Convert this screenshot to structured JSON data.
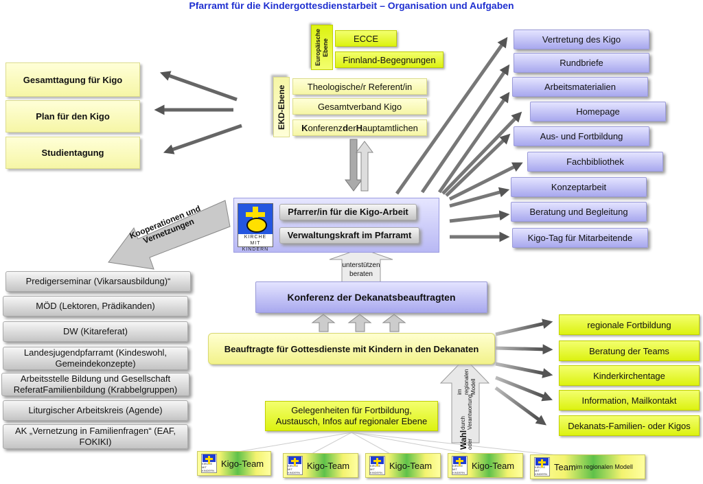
{
  "title": "Pfarramt für die Kindergottesdienstarbeit – Organisation und Aufgaben",
  "left_yellow": [
    "Gesamttagung für Kigo",
    "Plan für den Kigo",
    "Studientagung"
  ],
  "european": {
    "label": "Europäische Ebene",
    "items": [
      "ECCE",
      "Finnland-Begegnungen"
    ]
  },
  "ekd": {
    "label": "EKD-Ebene",
    "items": [
      "Theologische/r Referent/in",
      "Gesamtverband Kigo"
    ],
    "konferenz": {
      "K1": "K",
      "w1": "onferenz ",
      "K2": "d",
      "w2": "er ",
      "K3": "H",
      "w3": "auptamtlichen"
    }
  },
  "right_purple": [
    "Vertretung des Kigo",
    "Rundbriefe",
    "Arbeitsmaterialien",
    "Homepage",
    "Aus- und Fortbildung",
    "Fachbibliothek",
    "Konzeptarbeit",
    "Beratung und Begleitung",
    "Kigo-Tag für Mitarbeitende"
  ],
  "center": {
    "pfarrer": "Pfarrer/in für die Kigo-Arbeit",
    "verwaltung": "Verwaltungskraft im Pfarramt",
    "logo_text": "KIRCHE MIT KINDERN"
  },
  "support_arrow": {
    "l1": "unterstützen",
    "l2": "beraten"
  },
  "konferenz_dekanat": "Konferenz der Dekanatsbeauftragten",
  "kooperation": {
    "l1": "Kooperationen und",
    "l2": "Vernetzungen"
  },
  "grey": [
    "Predigerseminar (Vikarsausbildung)“",
    "MÖD (Lektoren, Prädikanden)",
    "DW (Kitareferat)",
    "Landesjugendpfarramt (Kindeswohl, Gemeindekonzepte)",
    "Arbeitsstelle Bildung und Gesellschaft ReferatFamilienbildung (Krabbelgruppen)",
    "Liturgischer Arbeitskreis (Agende)",
    "AK „Vernetzung in Familienfragen“ (EAF, FOKIKI)"
  ],
  "beauftragte": "Beauftragte für Gottesdienste mit Kindern in den Dekanaten",
  "right_lime": [
    "regionale Fortbildung",
    "Beratung der Teams",
    "Kinderkirchentage",
    "Information, Mailkontakt",
    "Dekanats-Familien- oder Kigos"
  ],
  "gelegenheiten": "Gelegenheiten für Fortbildung, Austausch, Infos auf regionaler Ebene",
  "wahl": {
    "bold": "Wahl",
    "l1": " oder",
    "l2": "durch Verantwortung",
    "l3": "im regionalen Modell"
  },
  "teams": [
    "Kigo-Team",
    "Kigo-Team",
    "Kigo-Team",
    "Kigo-Team"
  ],
  "team_last": {
    "main": "Team",
    "small": " im regionalen Modell"
  },
  "team_logo_text": "KIRCHE MIT KINDERN"
}
